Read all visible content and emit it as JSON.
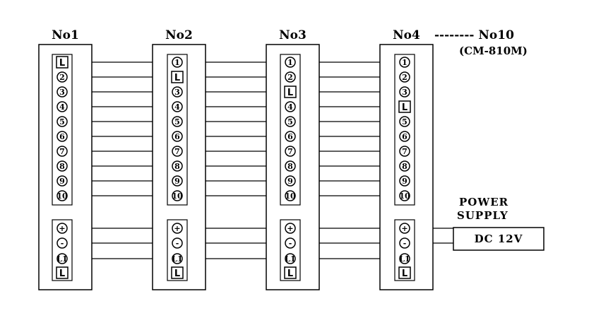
{
  "units": [
    {
      "label": "No1",
      "line_terminals": [
        "L",
        "②",
        "③",
        "④",
        "⑤",
        "⑥",
        "⑦",
        "⑧",
        "⑨",
        "⑩"
      ],
      "bus_terminals": [
        "+",
        "-",
        "L1",
        "L"
      ]
    },
    {
      "label": "No2",
      "line_terminals": [
        "①",
        "L",
        "③",
        "④",
        "⑤",
        "⑥",
        "⑦",
        "⑧",
        "⑨",
        "⑩"
      ],
      "bus_terminals": [
        "+",
        "-",
        "L1",
        "L"
      ]
    },
    {
      "label": "No3",
      "line_terminals": [
        "①",
        "②",
        "L",
        "④",
        "⑤",
        "⑥",
        "⑦",
        "⑧",
        "⑨",
        "⑩"
      ],
      "bus_terminals": [
        "+",
        "-",
        "L1",
        "L"
      ]
    },
    {
      "label": "No4",
      "line_terminals": [
        "①",
        "②",
        "③",
        "L",
        "⑤",
        "⑥",
        "⑦",
        "⑧",
        "⑨",
        "⑩"
      ],
      "bus_terminals": [
        "+",
        "-",
        "L1",
        "L"
      ]
    }
  ],
  "range_label": "-------- No10",
  "model_label": "(CM-810M)",
  "power_supply": {
    "title_line1": "POWER",
    "title_line2": "SUPPLY",
    "value": "DC 12V"
  }
}
